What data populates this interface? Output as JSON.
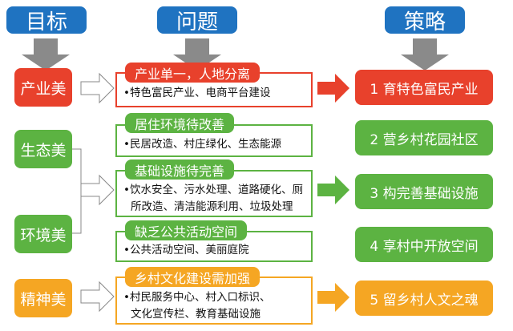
{
  "headers": {
    "goal": "目标",
    "problem": "问题",
    "strategy": "策略"
  },
  "colors": {
    "header": "#1f73c1",
    "red": "#e8412c",
    "green": "#5cb342",
    "orange": "#f5a623",
    "arrow_gray": "#8a8a8a"
  },
  "goals": [
    "产业美",
    "生态美",
    "环境美",
    "精神美"
  ],
  "problems": [
    {
      "title": "产业单一，人地分离",
      "items": [
        "•特色富民产业、电商平台建设"
      ]
    },
    {
      "title": "居住环境待改善",
      "items": [
        "•民居改造、村庄绿化、生态能源"
      ]
    },
    {
      "title": "基础设施待完善",
      "items": [
        "•饮水安全、污水处理、道路硬化、厕",
        "所改造、清洁能源利用、垃圾处理"
      ]
    },
    {
      "title": "缺乏公共活动空间",
      "items": [
        "•公共活动空间、美丽庭院"
      ]
    },
    {
      "title": "乡村文化建设需加强",
      "items": [
        "•村民服务中心、村入口标识、",
        "文化宣传栏、教育基础设施"
      ]
    }
  ],
  "strategies": [
    "1 育特色富民产业",
    "2 营乡村花园社区",
    "3 构完善基础设施",
    "4 享村中开放空间",
    "5 留乡村人文之魂"
  ]
}
